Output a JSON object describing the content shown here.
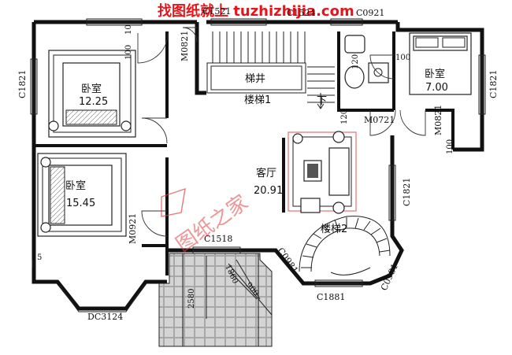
{
  "watermark": {
    "site": "找图纸就上 tuzhizhijia.com",
    "brand": "图纸之家"
  },
  "rooms": {
    "bedroom1": {
      "name": "卧室",
      "area": "12.25"
    },
    "bedroom2": {
      "name": "卧室",
      "area": "15.45"
    },
    "bedroom3": {
      "name": "卧室",
      "area": "7.00"
    },
    "living": {
      "name": "客厅",
      "area": "20.91"
    },
    "stairwell": "梯井",
    "stair1": "楼梯1",
    "stair2": "楼梯2",
    "down": "下"
  },
  "openings": {
    "c1521": "C1521",
    "c1524": "C1524",
    "c0921": "C0921",
    "c1821_left": "C1821",
    "c1821_right": "C1821",
    "c1821_mid": "C1821",
    "c1518": "C1518",
    "c1881": "C1881",
    "c0981_left": "C0981",
    "c0981_right": "C0981",
    "dc3124": "DC3124",
    "m0821_top": "M0821",
    "m0821_right": "M0821",
    "m0721": "M0721",
    "m0921": "M0921"
  },
  "dimensions": {
    "d100_a": "100",
    "d100_b": "100",
    "d100_c": "100",
    "d100_d": "100",
    "d120_a": "120",
    "d120_b": "120",
    "d1860": "1860",
    "d900": "900",
    "d2580": "2580",
    "d5": "5"
  },
  "colors": {
    "wall": "#111111",
    "watermark": "#e8141a",
    "tile": "#bdbdbd"
  }
}
